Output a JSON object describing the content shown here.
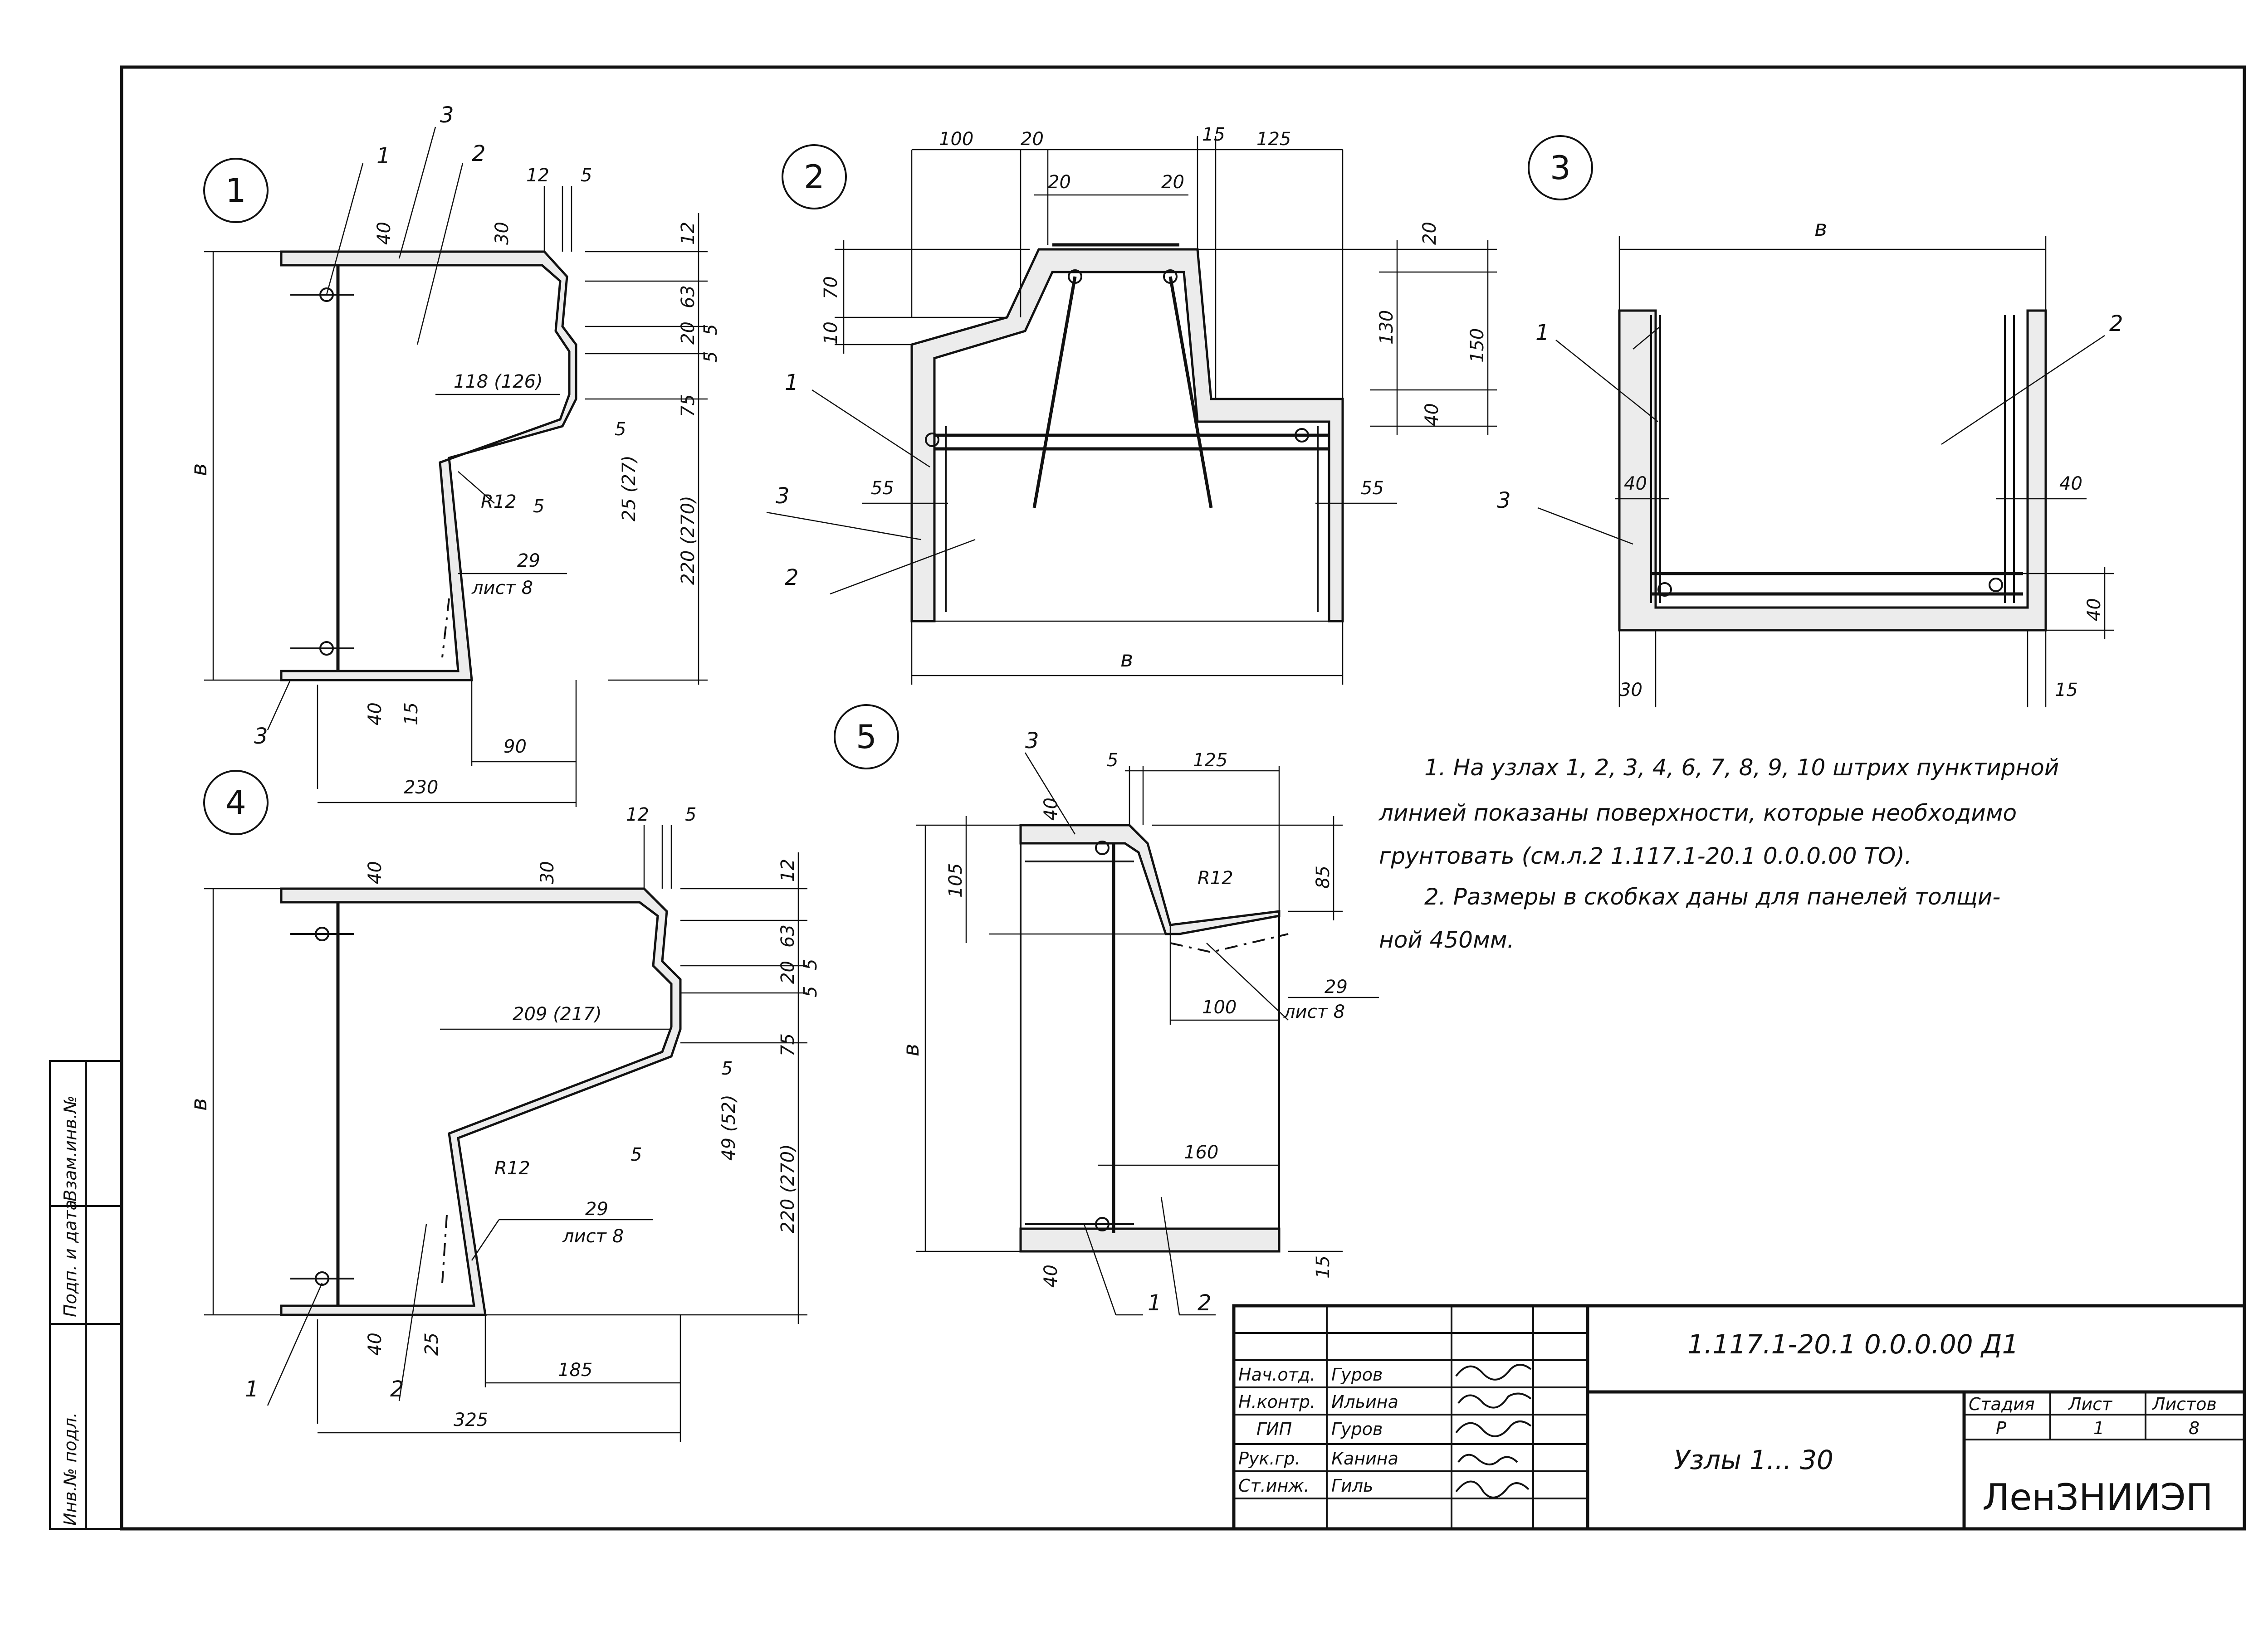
{
  "nodes": [
    {
      "label": "1",
      "layers": {
        "a": "1",
        "b": "2",
        "c": "3",
        "d": "3"
      },
      "dims": {
        "top_40": "40",
        "top_30": "30",
        "top_12a": "12",
        "top_5": "5",
        "r_12": "12",
        "r_63": "63",
        "r_20": "20",
        "r_5a": "5",
        "r_5b": "5",
        "r_75": "75",
        "r_5c": "5",
        "r_25": "25 (27)",
        "r_220": "220 (270)",
        "w_118": "118 (126)",
        "b_40": "40",
        "b_15": "15",
        "b_90": "90",
        "b_230": "230",
        "side_b": "в",
        "radius": "R12",
        "ref": "29",
        "sheet": "лист 8",
        "r_5d": "5"
      }
    },
    {
      "label": "2",
      "layers": {
        "a": "1",
        "b": "3",
        "c": "2"
      },
      "dims": {
        "t_100": "100",
        "t_20a": "20",
        "t_20b": "20",
        "t_20c": "20",
        "t_15": "15",
        "t_125": "125",
        "l_70": "70",
        "l_10": "10",
        "r_20": "20",
        "r_130": "130",
        "r_150": "150",
        "r_40": "40",
        "l_55": "55",
        "r_55": "55",
        "b_b": "в"
      }
    },
    {
      "label": "3",
      "layers": {
        "a": "1",
        "b": "2",
        "c": "3"
      },
      "dims": {
        "top_b": "в",
        "l_40": "40",
        "r_40": "40",
        "r_40b": "40",
        "b_30": "30",
        "b_15": "15"
      }
    },
    {
      "label": "4",
      "layers": {
        "a": "1",
        "b": "2"
      },
      "dims": {
        "top_40": "40",
        "top_30": "30",
        "top_12": "12",
        "top_5": "5",
        "r_12": "12",
        "r_63": "63",
        "r_20": "20",
        "r_5a": "5",
        "r_5b": "5",
        "r_75": "75",
        "r_5c": "5",
        "r_49": "49 (52)",
        "r_220": "220 (270)",
        "w_209": "209 (217)",
        "b_40": "40",
        "b_25": "25",
        "b_185": "185",
        "b_325": "325",
        "side_b": "в",
        "radius": "R12",
        "ref": "29",
        "sheet": "лист 8",
        "r_5d": "5"
      }
    },
    {
      "label": "5",
      "layers": {
        "a": "3",
        "b": "1",
        "c": "2"
      },
      "dims": {
        "t_5": "5",
        "t_125": "125",
        "l_40": "40",
        "l_105": "105",
        "r_85": "85",
        "radius": "R12",
        "d_100": "100",
        "d_160": "160",
        "ref": "29",
        "sheet": "лист 8",
        "b_40": "40",
        "b_15": "15",
        "side_b": "в"
      }
    }
  ],
  "notes": {
    "line1": "1. На узлах 1, 2, 3, 4, 6, 7, 8, 9, 10 штрих пунктирной",
    "line2": "линией показаны поверхности, которые необходимо",
    "line3": "грунтовать  (см.л.2 1.117.1-20.1 0.0.0.00 ТО).",
    "line4": "2. Размеры   в скобках даны для панелей толщи-",
    "line5": "ной  450мм."
  },
  "side_strip": {
    "inv_podl": "Инв.№ подл.",
    "podp_data": "Подп. и дата",
    "vzam_inv": "Взам.инв.№"
  },
  "title_block": {
    "doc_code": "1.117.1-20.1  0.0.0.00 Д1",
    "sheet_title": "Узлы  1... 30",
    "stage_h": "Стадия",
    "sheet_h": "Лист",
    "sheets_h": "Листов",
    "stage": "Р",
    "sheet": "1",
    "sheets": "8",
    "org": "ЛенЗНИИЭП",
    "people": [
      {
        "role": "Нач.отд.",
        "name": "Гуров"
      },
      {
        "role": "Н.контр.",
        "name": "Ильина"
      },
      {
        "role": "ГИП",
        "name": "Гуров"
      },
      {
        "role": "Рук.гр.",
        "name": "Канина"
      },
      {
        "role": "Ст.инж.",
        "name": "Гиль"
      }
    ]
  }
}
